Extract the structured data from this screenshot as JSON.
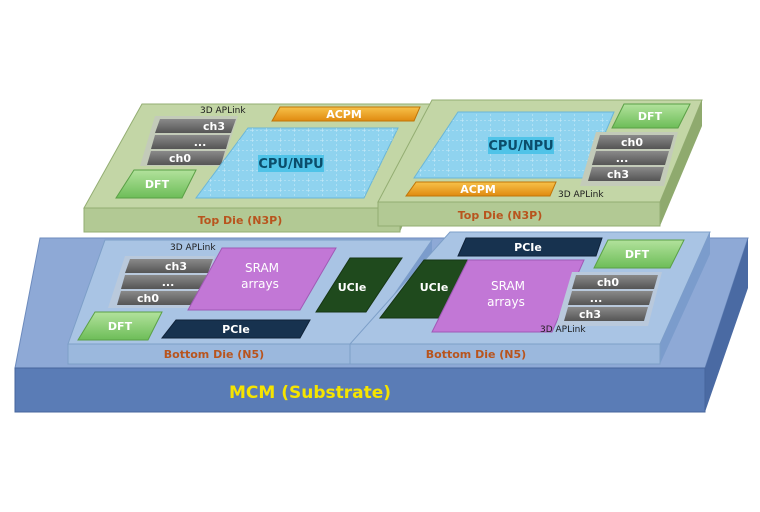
{
  "top_die_left": {
    "die_label": "Top Die  (N3P)",
    "link_label": "3D APLink",
    "acpm_label": "ACPM",
    "cpu_label": "CPU/NPU",
    "dft_label": "DFT",
    "channels": [
      "ch3",
      "...",
      "ch0"
    ]
  },
  "top_die_right": {
    "die_label": "Top Die  (N3P)",
    "link_label": "3D APLink",
    "acpm_label": "ACPM",
    "cpu_label": "CPU/NPU",
    "dft_label": "DFT",
    "channels": [
      "ch0",
      "...",
      "ch3"
    ]
  },
  "bottom_die_left": {
    "die_label": "Bottom Die (N5)",
    "link_label": "3D APLink",
    "sram_line1": "SRAM",
    "sram_line2": "arrays",
    "ucie_label": "UCIe",
    "pcie_label": "PCIe",
    "dft_label": "DFT",
    "channels": [
      "ch3",
      "...",
      "ch0"
    ]
  },
  "bottom_die_right": {
    "die_label": "Bottom Die (N5)",
    "link_label": "3D APLink",
    "sram_line1": "SRAM",
    "sram_line2": "arrays",
    "ucie_label": "UCIe",
    "pcie_label": "PCIe",
    "dft_label": "DFT",
    "channels": [
      "ch0",
      "...",
      "ch3"
    ]
  },
  "substrate": {
    "label": "MCM (Substrate)"
  },
  "colors": {
    "top_die": "#c3d6a6",
    "bottom_die": "#a9c4e4",
    "substrate": "#7e9ccd",
    "cpu_block": "#8fd3ef",
    "acpm": "#f0a51e",
    "dft": "#8ccf77",
    "sram": "#c277d6",
    "ucie": "#1f4a1d",
    "pcie": "#17324f",
    "channel": "#6d6d6d"
  }
}
